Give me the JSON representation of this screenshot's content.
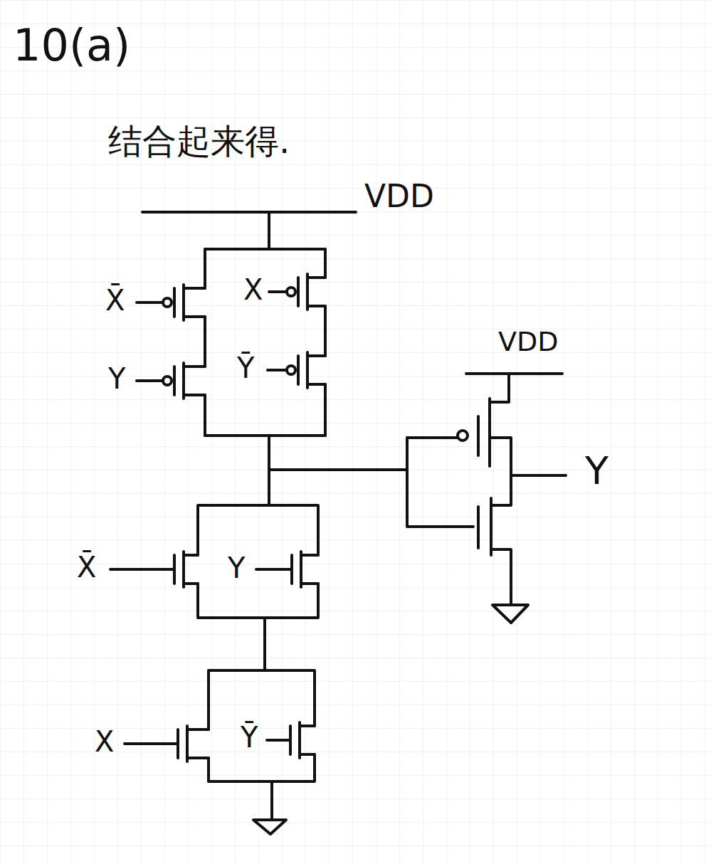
{
  "diagram": {
    "title": "10(a)",
    "labels": [
      "结合起来得.",
      "VDD",
      "X̄",
      "X",
      "Y",
      "Ȳ",
      "VDD",
      "Y",
      "X̄",
      "Y",
      "X",
      "Ȳ"
    ]
  }
}
